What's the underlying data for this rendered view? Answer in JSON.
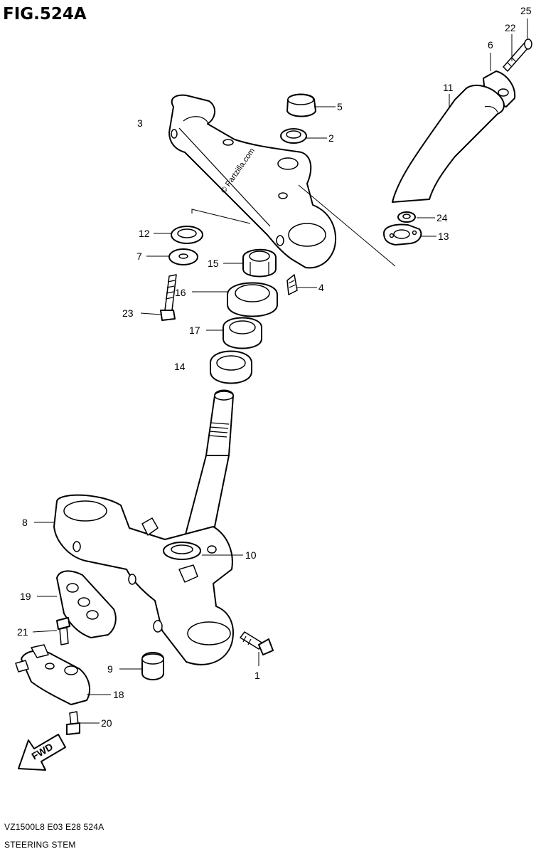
{
  "figure": {
    "title": "FIG.524A",
    "model_code": "VZ1500L8  E03  E28  524A",
    "caption": "STEERING STEM",
    "watermark": "© Partzilla.com",
    "fwd_label": "FWD"
  },
  "callouts": {
    "c1": "1",
    "c2": "2",
    "c3": "3",
    "c4": "4",
    "c5": "5",
    "c6": "6",
    "c7": "7",
    "c8": "8",
    "c9": "9",
    "c10": "10",
    "c11": "11",
    "c12": "12",
    "c13": "13",
    "c14": "14",
    "c15": "15",
    "c16": "16",
    "c17": "17",
    "c18": "18",
    "c19": "19",
    "c20": "20",
    "c21": "21",
    "c22": "22",
    "c23": "23",
    "c24": "24",
    "c25": "25"
  }
}
